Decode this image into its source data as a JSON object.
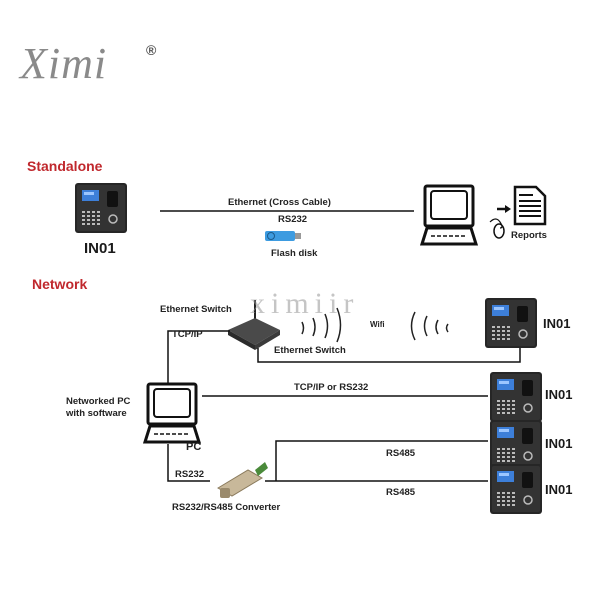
{
  "brand": {
    "logo_text": "Ximi",
    "registered_mark": "®",
    "watermark": "ximiir"
  },
  "sections": {
    "standalone": "Standalone",
    "network": "Network"
  },
  "standalone": {
    "device_label": "IN01",
    "link_top": "Ethernet  (Cross Cable)",
    "link_mid": "RS232",
    "flash_label": "Flash disk",
    "reports_label": "Reports"
  },
  "network": {
    "switch_label_top": "Ethernet Switch",
    "switch_label_bottom": "Ethernet Switch",
    "tcpip_label": "TCP/IP",
    "wifi_label": "Wifi",
    "pc_desc_line1": "Networked PC",
    "pc_desc_line2": "with software",
    "pc_label": "PC",
    "tcpip_rs232_label": "TCP/IP or RS232",
    "rs232_label": "RS232",
    "rs485_label_1": "RS485",
    "rs485_label_2": "RS485",
    "converter_label": "RS232/RS485 Converter",
    "devices": [
      "IN01",
      "IN01",
      "IN01",
      "IN01"
    ]
  },
  "colors": {
    "section_title": "#c0282d",
    "line": "#1a1a1a",
    "device_body": "#2a2a2a",
    "screen": "#3d7fd9"
  }
}
